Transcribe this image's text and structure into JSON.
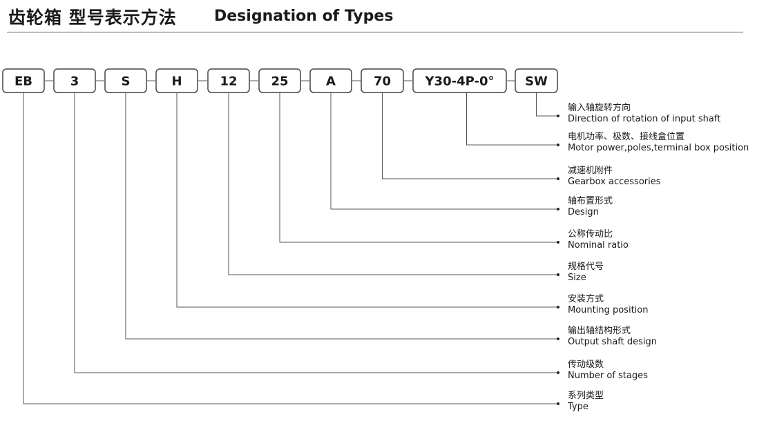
{
  "header": {
    "title_cn": "齿轮箱   型号表示方法",
    "title_en": "Designation of Types"
  },
  "codes": [
    {
      "text": "EB",
      "label_cn": "系列类型",
      "label_en": "Type"
    },
    {
      "text": "3",
      "label_cn": "传动级数",
      "label_en": "Number of stages"
    },
    {
      "text": "S",
      "label_cn": "输出轴结构形式",
      "label_en": "Output shaft design"
    },
    {
      "text": "H",
      "label_cn": "安装方式",
      "label_en": "Mounting position"
    },
    {
      "text": "12",
      "label_cn": "规格代号",
      "label_en": "Size"
    },
    {
      "text": "25",
      "label_cn": "公称传动比",
      "label_en": "Nominal ratio"
    },
    {
      "text": "A",
      "label_cn": "轴布置形式",
      "label_en": "Design"
    },
    {
      "text": "70",
      "label_cn": "减速机附件",
      "label_en": "Gearbox accessories"
    },
    {
      "text": "Y30-4P-0°",
      "label_cn": "电机功率、极数、接线盒位置",
      "label_en": "Motor power,poles,terminal box position"
    },
    {
      "text": "SW",
      "label_cn": "输入轴旋转方向",
      "label_en": "Direction of rotation of input shaft"
    }
  ],
  "colors": {
    "line": "#555555",
    "box_border": "#444444",
    "text": "#1a1a1a"
  }
}
